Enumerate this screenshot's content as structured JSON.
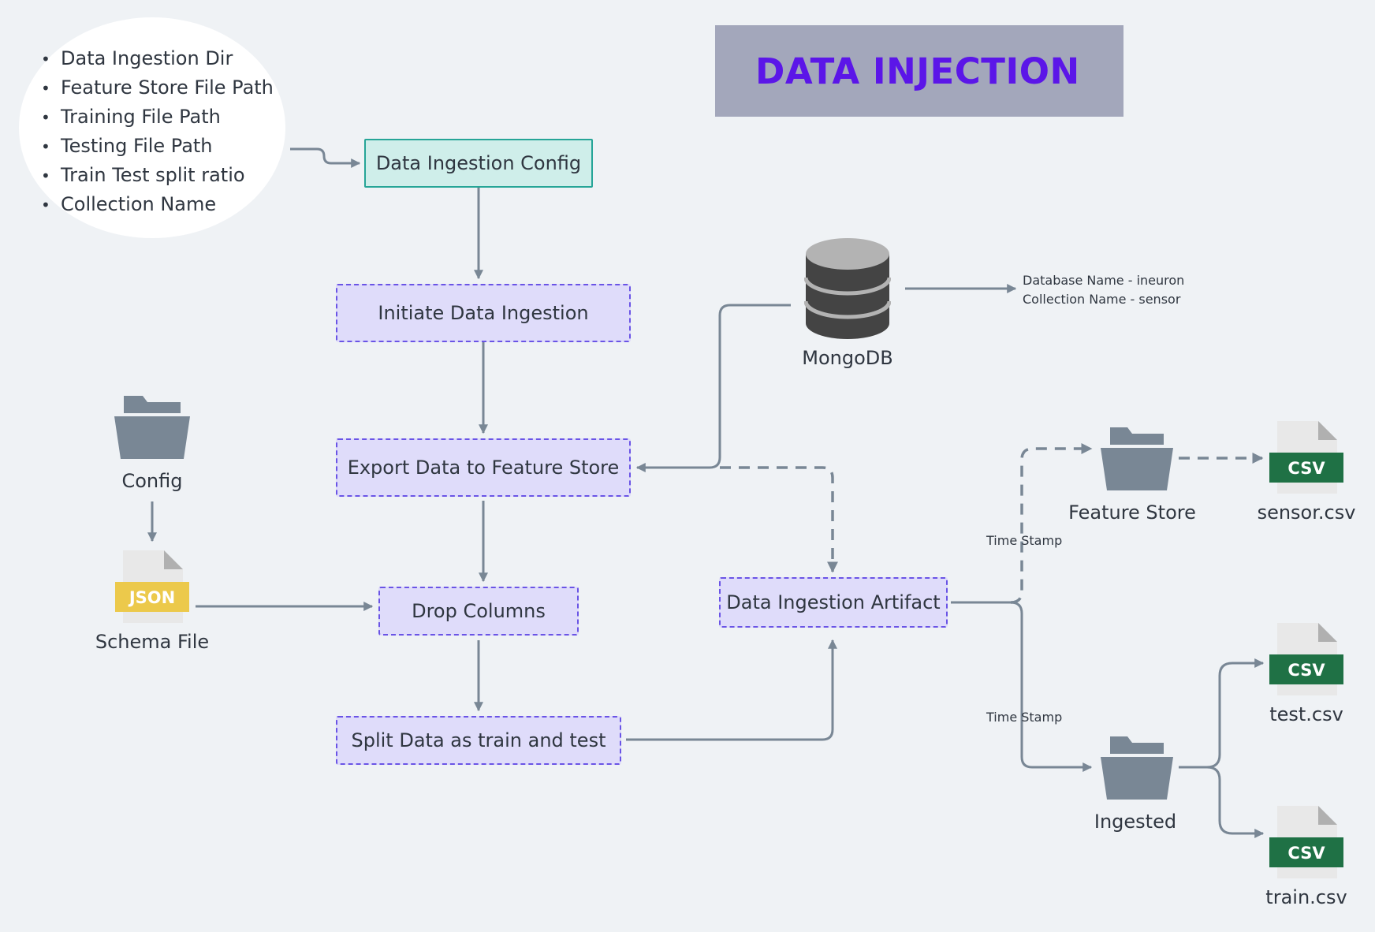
{
  "title": "DATA INJECTION",
  "config_fields": [
    "Data Ingestion Dir",
    "Feature Store File Path",
    "Training File Path",
    "Testing File Path",
    "Train Test split ratio",
    "Collection Name"
  ],
  "nodes": {
    "config": "Data Ingestion Config",
    "initiate": "Initiate Data Ingestion",
    "export": "Export Data to Feature Store",
    "drop": "Drop Columns",
    "split": "Split Data as train and test",
    "artifact": "Data Ingestion Artifact"
  },
  "mongodb": {
    "label": "MongoDB",
    "database_line": "Database Name - ineuron",
    "collection_line": "Collection Name - sensor"
  },
  "left_assets": {
    "config_folder": "Config",
    "json_badge": "JSON",
    "schema_file": "Schema File"
  },
  "outputs": {
    "time_stamp_upper": "Time Stamp",
    "time_stamp_lower": "Time Stamp",
    "feature_store": "Feature Store",
    "ingested": "Ingested",
    "csv_badge": "CSV",
    "sensor_file": "sensor.csv",
    "test_file": "test.csv",
    "train_file": "train.csv"
  },
  "colors": {
    "title_text": "#5b16e8",
    "title_bg": "#a3a7bb",
    "step_fill": "#dfdcfa",
    "step_border": "#6a54e6",
    "config_fill": "#cfeeea",
    "config_border": "#26a597",
    "connector": "#798795",
    "csv_badge": "#1f7145",
    "json_badge": "#ecc94b",
    "folder": "#798795",
    "database": "#444444"
  }
}
